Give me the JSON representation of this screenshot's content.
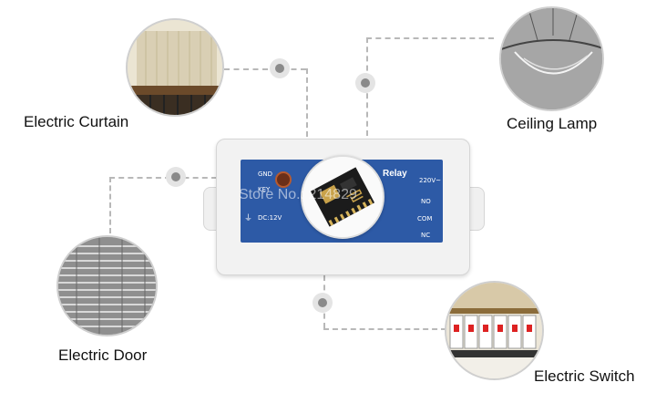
{
  "labels": {
    "curtain": "Electric Curtain",
    "lamp": "Ceiling Lamp",
    "door": "Electric Door",
    "switch": "Electric Switch"
  },
  "device": {
    "relay_label": "Relay",
    "gnd": "GND",
    "key": "KEY",
    "dc": "DC:12V",
    "v220": "220V~",
    "no": "NO",
    "com": "COM",
    "nc": "NC"
  },
  "watermark": "Store No.: 214829",
  "colors": {
    "panel": "#2d5aa6",
    "case": "#f2f2f2",
    "connector": "#b8b8b8"
  }
}
